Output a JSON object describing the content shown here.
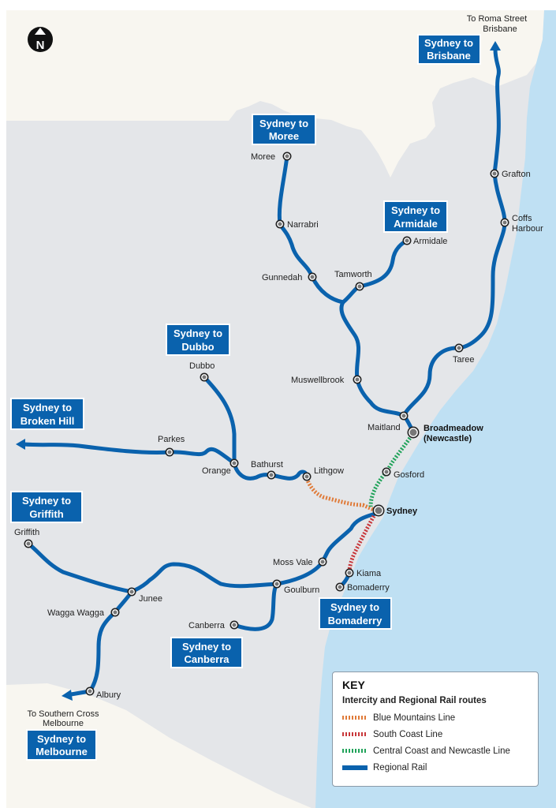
{
  "north_label": "N",
  "route_boxes": {
    "brisbane": [
      "Sydney to",
      "Brisbane"
    ],
    "moree": [
      "Sydney to",
      "Moree"
    ],
    "armidale": [
      "Sydney to",
      "Armidale"
    ],
    "dubbo": [
      "Sydney to",
      "Dubbo"
    ],
    "broken_hill": [
      "Sydney to",
      "Broken Hill"
    ],
    "griffith": [
      "Sydney to",
      "Griffith"
    ],
    "bomaderry": [
      "Sydney to",
      "Bomaderry"
    ],
    "canberra": [
      "Sydney to",
      "Canberra"
    ],
    "melbourne": [
      "Sydney to",
      "Melbourne"
    ]
  },
  "destinations": {
    "brisbane": [
      "To Roma Street",
      "Brisbane"
    ],
    "melbourne": [
      "To Southern Cross",
      "Melbourne"
    ]
  },
  "stations": {
    "moree": "Moree",
    "narrabri": "Narrabri",
    "gunnedah": "Gunnedah",
    "tamworth": "Tamworth",
    "armidale": "Armidale",
    "grafton": "Grafton",
    "coffs": [
      "Coffs",
      "Harbour"
    ],
    "taree": "Taree",
    "muswellbrook": "Muswellbrook",
    "maitland": "Maitland",
    "broadmeadow": [
      "Broadmeadow",
      "(Newcastle)"
    ],
    "gosford": "Gosford",
    "sydney": "Sydney",
    "lithgow": "Lithgow",
    "bathurst": "Bathurst",
    "orange": "Orange",
    "dubbo": "Dubbo",
    "parkes": "Parkes",
    "griffith": "Griffith",
    "junee": "Junee",
    "wagga": "Wagga Wagga",
    "albury": "Albury",
    "moss_vale": "Moss Vale",
    "goulburn": "Goulburn",
    "canberra": "Canberra",
    "kiama": "Kiama",
    "bomaderry": "Bomaderry"
  },
  "key": {
    "title": "KEY",
    "subtitle": "Intercity and Regional Rail routes",
    "items": [
      {
        "label": "Blue Mountains Line",
        "color": "#e07b39"
      },
      {
        "label": "South Coast Line",
        "color": "#c8373a"
      },
      {
        "label": "Central Coast and Newcastle Line",
        "color": "#21a35a"
      },
      {
        "label": "Regional Rail",
        "color": "#0a62ad"
      }
    ]
  }
}
